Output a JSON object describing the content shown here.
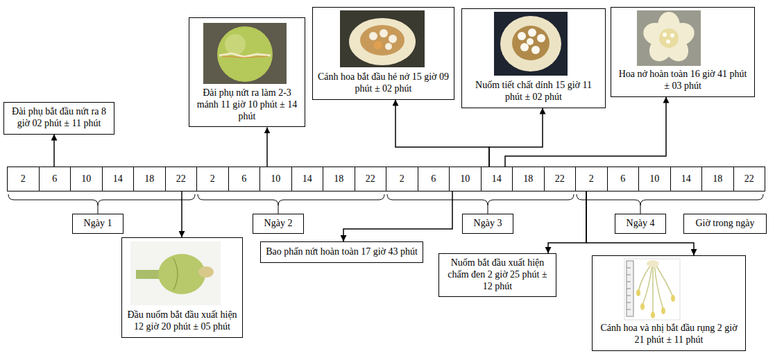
{
  "diagram": {
    "nodes": [
      {
        "text": [
          "Đài phụ bắt đầu nứt ra 8 giờ 02 phút ± 11 phút"
        ]
      },
      {
        "text": [
          "Đài phụ nứt ra làm 2-3 mảnh 11 giờ 10 phút ± 14 phút"
        ]
      },
      {
        "text": [
          "Cánh hoa bắt đầu hé nở 15 giờ 09 phút ± 02 phút"
        ]
      },
      {
        "text": [
          "Nuốm tiết chất dính 15 giờ 11 phút ± 02 phút"
        ]
      },
      {
        "text": [
          "Hoa nở hoàn toàn 16 giờ 41 phút ± 03 phút"
        ]
      },
      {
        "text": [
          "2"
        ]
      },
      {
        "text": [
          "6"
        ]
      },
      {
        "text": [
          "10"
        ]
      },
      {
        "text": [
          "14"
        ]
      },
      {
        "text": [
          "18"
        ]
      },
      {
        "text": [
          "22"
        ]
      },
      {
        "text": [
          "2"
        ]
      },
      {
        "text": [
          "6"
        ]
      },
      {
        "text": [
          "10"
        ]
      },
      {
        "text": [
          "14"
        ]
      },
      {
        "text": [
          "18"
        ]
      },
      {
        "text": [
          "22"
        ]
      },
      {
        "text": [
          "2"
        ]
      },
      {
        "text": [
          "6"
        ]
      },
      {
        "text": [
          "10"
        ]
      },
      {
        "text": [
          "14"
        ]
      },
      {
        "text": [
          "18"
        ]
      },
      {
        "text": [
          "22"
        ]
      },
      {
        "text": [
          "2"
        ]
      },
      {
        "text": [
          "6"
        ]
      },
      {
        "text": [
          "10"
        ]
      },
      {
        "text": [
          "14"
        ]
      },
      {
        "text": [
          "18"
        ]
      },
      {
        "text": [
          "22"
        ]
      },
      {
        "text": [
          "Ngày 1"
        ]
      },
      {
        "text": [
          "Ngày 2"
        ]
      },
      {
        "text": [
          "Ngày 3"
        ]
      },
      {
        "text": [
          "Ngày 4"
        ]
      },
      {
        "text": [
          "Giờ trong ngày"
        ]
      },
      {
        "text": [
          "Đầu nuốm bắt đầu xuất hiện 12 giờ 20 phút ± 05 phút"
        ]
      },
      {
        "text": [
          "Bao phấn nứt hoàn toàn 17 giờ 43 phút"
        ]
      },
      {
        "text": [
          "Nuốm bắt đầu xuất hiện chấm đen 2 giờ 25 phút ± 12 phút"
        ]
      },
      {
        "text": [
          "Cánh hoa và nhị bắt đầu rụng 2 giờ 21 phút ± 11 phút"
        ]
      }
    ],
    "edges": [
      {
        "from": 6,
        "to": 0,
        "arrow": "to"
      },
      {
        "from": 13,
        "to": 1,
        "arrow": "to"
      },
      {
        "from": 20,
        "to": 2,
        "arrow": "to"
      },
      {
        "from": 20,
        "to": 3,
        "arrow": "to"
      },
      {
        "from": 20,
        "to": 4,
        "arrow": "to"
      },
      {
        "from": 10,
        "to": 34,
        "arrow": "to"
      },
      {
        "from": 19,
        "to": 35,
        "arrow": "to"
      },
      {
        "from": 23,
        "to": 36,
        "arrow": "to"
      },
      {
        "from": 23,
        "to": 37,
        "arrow": "to"
      }
    ]
  }
}
